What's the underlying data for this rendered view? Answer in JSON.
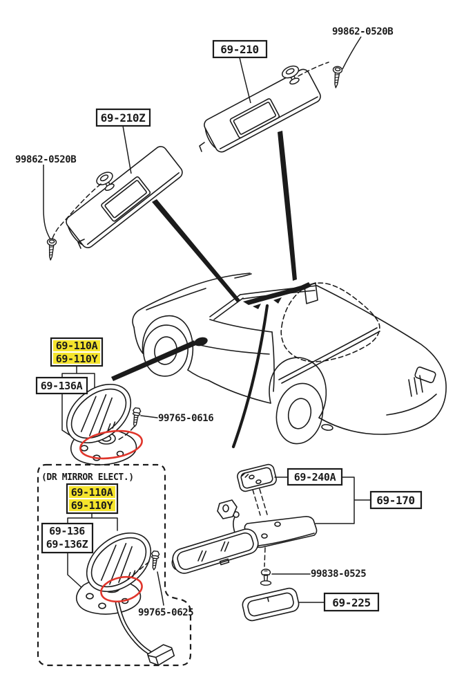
{
  "colors": {
    "ink": "#1b1b1b",
    "paper": "#ffffff",
    "highlight_yellow": "#f5e42c",
    "marker_red": "#e0352b"
  },
  "parts": {
    "visor_right": {
      "code": "69-210",
      "screw": "99862-0520B"
    },
    "visor_left": {
      "code": "69-210Z",
      "screw": "99862-0520B"
    },
    "door_mirror": {
      "code_a": "69-110A",
      "code_b": "69-110Y",
      "bracket": "69-136A",
      "screw": "99765-0616"
    },
    "door_mirror_electric": {
      "group_note": "(DR MIRROR ELECT.)",
      "code_a": "69-110A",
      "code_b": "69-110Y",
      "bracket_a": "69-136",
      "bracket_b": "69-136Z",
      "screw": "99765-0625"
    },
    "room_mirror": {
      "base": "69-240A",
      "mirror": "69-170",
      "screw": "99838-0525",
      "lens": "69-225"
    }
  }
}
